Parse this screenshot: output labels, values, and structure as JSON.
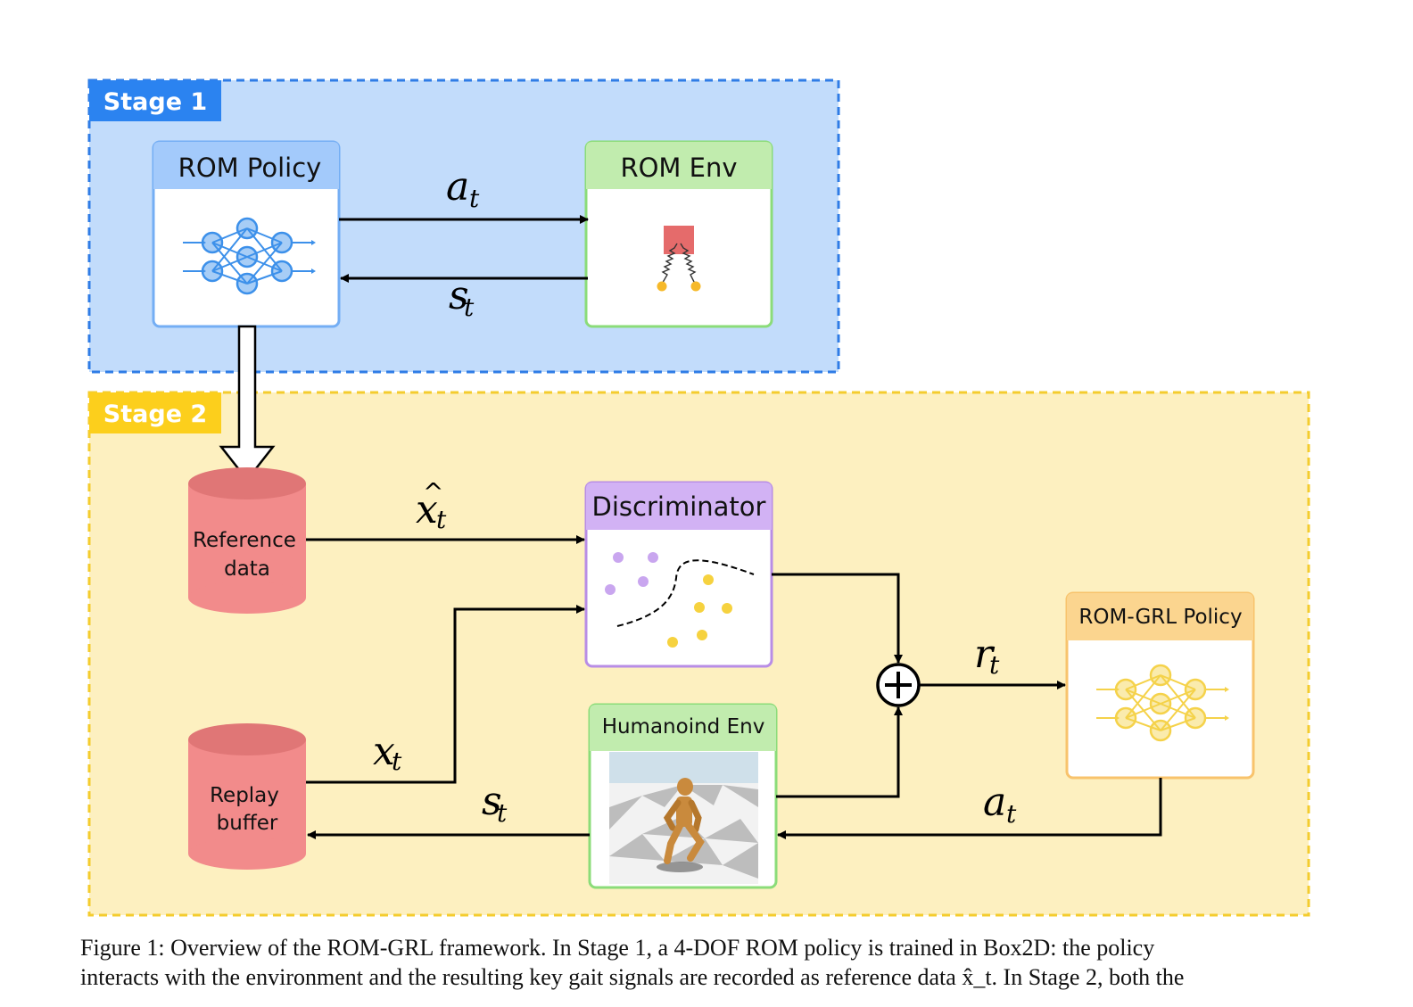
{
  "stage1": {
    "label": "Stage 1",
    "fill": "#c2dcfb",
    "border": "#2f7ce6"
  },
  "stage2": {
    "label": "Stage 2",
    "fill": "#fdf0c0",
    "border": "#f4cc2e"
  },
  "rom_policy": {
    "title": "ROM Policy",
    "icon": "neural-network-icon",
    "color": "#3c90ea"
  },
  "rom_env": {
    "title": "ROM Env",
    "icon": "spring-legged-robot-icon"
  },
  "reference_data": {
    "line1": "Reference",
    "line2": "data"
  },
  "replay_buffer": {
    "line1": "Replay",
    "line2": "buffer"
  },
  "discriminator": {
    "title": "Discriminator",
    "icon": "decision-boundary-scatter-icon"
  },
  "humanoid_env": {
    "title": "Humanoind Env",
    "icon": "humanoid-robot-icon"
  },
  "rom_grl_policy": {
    "title": "ROM-GRL Policy",
    "icon": "neural-network-icon",
    "color": "#f5d24a"
  },
  "sum_node": {
    "icon": "circled-plus-icon"
  },
  "arrows": {
    "a_stage1": "a",
    "s_stage1": "s",
    "x_hat": "x",
    "x_t": "x",
    "s_stage2": "s",
    "r_t": "r",
    "a_stage2": "a",
    "subscript": "t"
  },
  "caption": {
    "line1": "Figure 1: Overview of the ROM-GRL framework. In Stage 1, a 4-DOF ROM policy is trained in Box2D: the policy",
    "line2": "interacts with the environment and the resulting key gait signals are recorded as reference data x̂_t. In Stage 2, both the"
  }
}
